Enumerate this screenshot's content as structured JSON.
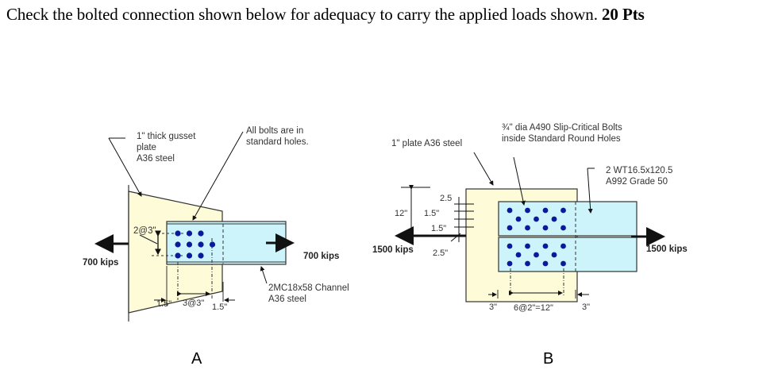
{
  "question": {
    "text": "Check the bolted connection shown below for adequacy to carry the applied loads shown.",
    "points": "20 Pts"
  },
  "figure_a": {
    "caption": "A",
    "gusset_label": [
      "1\" thick gusset",
      "plate",
      "A36 steel"
    ],
    "holes_label": [
      "All bolts are in",
      "standard holes."
    ],
    "channel_label": [
      "2MC18x58 Channel",
      "A36 steel"
    ],
    "load_left": "700 kips",
    "load_right": "700 kips",
    "dim_vertical": "2@3\"",
    "dim_edge_left": "1.5\"",
    "dim_spacing": "3@3\"",
    "dim_edge_right": "1.5\"",
    "bolt_rows": [
      3,
      4,
      3
    ]
  },
  "figure_b": {
    "caption": "B",
    "plate_label": "1\" plate A36 steel",
    "bolts_label": [
      "¾\" dia A490 Slip-Critical Bolts",
      "inside Standard Round Holes"
    ],
    "tee_label": [
      "2 WT16.5x120.5",
      "A992 Grade 50"
    ],
    "load_left": "1500 kips",
    "load_right": "1500 kips",
    "dim_12": "12\"",
    "dim_top": "2.5",
    "dim_mid1": "1.5\"",
    "dim_mid2": "1.5\"",
    "dim_bot": "2.5\"",
    "dim_edge_left": "3\"",
    "dim_spacing": "6@2\"=12\"",
    "dim_edge_right": "3\""
  },
  "colors": {
    "gusset_fill": "#fdfbd8",
    "member_fill": "#cdf3fb",
    "bolt_fill": "#0a1a9a",
    "outline": "#333333"
  }
}
